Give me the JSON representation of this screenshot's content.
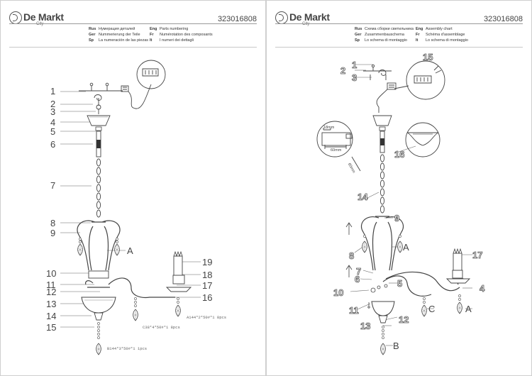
{
  "brand": {
    "name": "De Markt",
    "sub": "City"
  },
  "left": {
    "code": "323016808",
    "header": [
      {
        "lang": "Rus",
        "text": "Нумерация деталей"
      },
      {
        "lang": "Ger",
        "text": "Nummerierung der Teile"
      },
      {
        "lang": "Sp",
        "text": "La numeración de las piezas"
      },
      {
        "lang": "Eng",
        "text": "Parts numbering"
      },
      {
        "lang": "Fr",
        "text": "Numérotation des composants"
      },
      {
        "lang": "It",
        "text": "I numeri dei dettagli"
      }
    ],
    "labels": [
      "1",
      "2",
      "3",
      "4",
      "5",
      "6",
      "7",
      "8",
      "9",
      "A",
      "10",
      "11",
      "12",
      "13",
      "14",
      "15",
      "16",
      "17",
      "18",
      "19"
    ],
    "specs": [
      "A144*2*50#*1 8pcs",
      "C38*4*50#*1 8pcs",
      "B144*3*50#*1 1pcs"
    ]
  },
  "right": {
    "code": "323016808",
    "header": [
      {
        "lang": "Rus",
        "text": "Схема сборки светильника"
      },
      {
        "lang": "Ger",
        "text": "Zusammenbauschema"
      },
      {
        "lang": "Sp",
        "text": "Lo schema di montaggio"
      },
      {
        "lang": "Eng",
        "text": "Assembly chart"
      },
      {
        "lang": "Fr",
        "text": "Schéma d'assemblage"
      },
      {
        "lang": "It",
        "text": "Lo schema di montaggio"
      }
    ],
    "labels": [
      "15",
      "1",
      "2",
      "3",
      "16",
      "14",
      "9",
      "8",
      "A",
      "7",
      "6",
      "5",
      "4",
      "17",
      "10",
      "11",
      "C",
      "A",
      "12",
      "13",
      "B"
    ],
    "dims": [
      "18mm",
      "60mm",
      "60mm"
    ]
  }
}
